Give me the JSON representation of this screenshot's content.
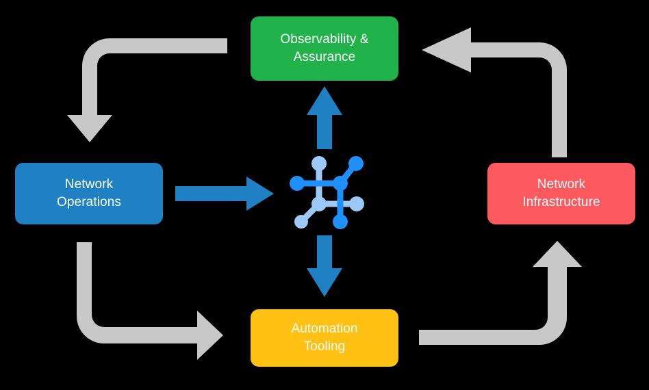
{
  "diagram": {
    "type": "cycle-diagram",
    "background_color": "#000000",
    "nodes": [
      {
        "id": "observability",
        "label_lines": [
          "Observability &",
          "Assurance"
        ],
        "color": "#22b24c",
        "position": "top"
      },
      {
        "id": "network-operations",
        "label_lines": [
          "Network",
          "Operations"
        ],
        "color": "#1f80c4",
        "position": "left"
      },
      {
        "id": "network-infrastructure",
        "label_lines": [
          "Network",
          "Infrastructure"
        ],
        "color": "#fc5a5f",
        "position": "right"
      },
      {
        "id": "automation-tooling",
        "label_lines": [
          "Automation",
          "Tooling"
        ],
        "color": "#ffc113",
        "position": "bottom"
      }
    ],
    "center_icon": {
      "name": "network-topology-icon",
      "color_primary": "#1f8ffc",
      "color_secondary": "#9cc9f7"
    },
    "connectors": {
      "blue_color": "#1f80c4",
      "gray_color": "#c8c8c8",
      "blue_arrows": [
        {
          "id": "center-to-observability",
          "direction": "up"
        },
        {
          "id": "operations-to-center",
          "direction": "right"
        },
        {
          "id": "center-to-automation",
          "direction": "down"
        }
      ],
      "gray_arrows": [
        {
          "id": "observability-to-operations",
          "direction": "down"
        },
        {
          "id": "infrastructure-to-observability",
          "direction": "left"
        },
        {
          "id": "operations-to-automation",
          "direction": "right"
        },
        {
          "id": "automation-to-infrastructure",
          "direction": "up"
        }
      ]
    }
  }
}
